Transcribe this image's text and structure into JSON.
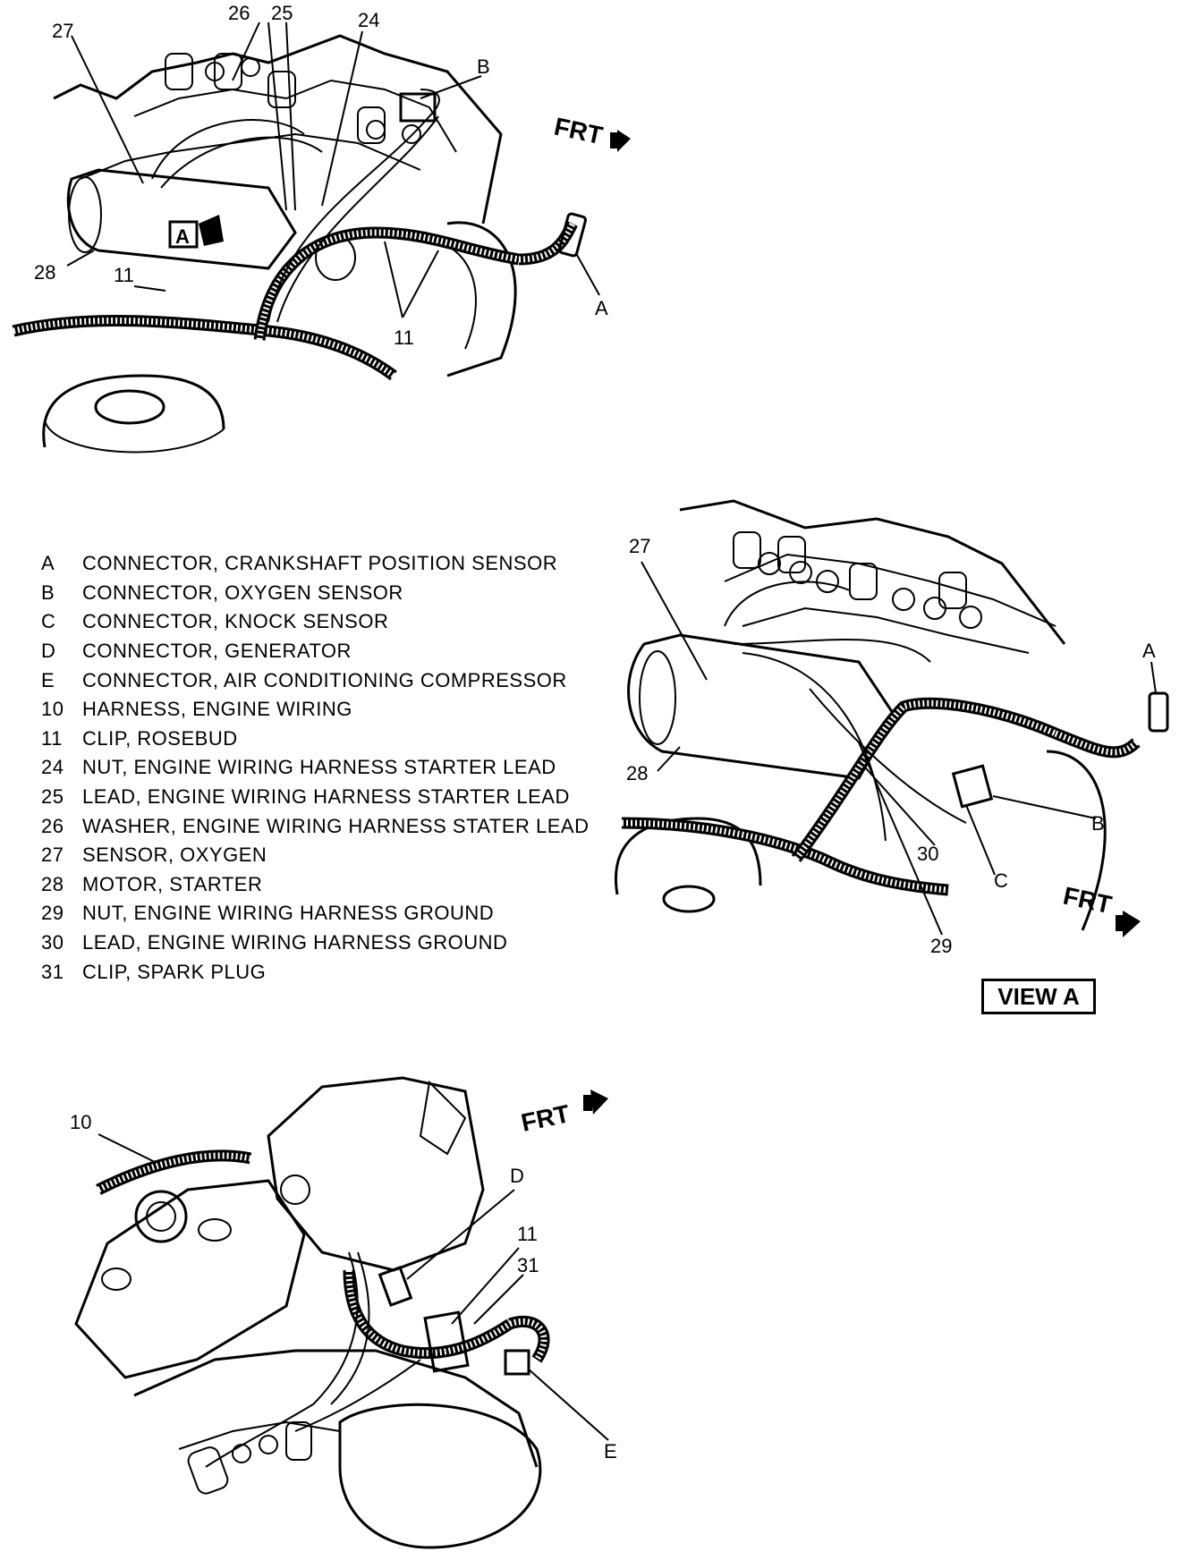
{
  "legend": [
    {
      "key": "A",
      "text": "CONNECTOR, CRANKSHAFT POSITION SENSOR"
    },
    {
      "key": "B",
      "text": "CONNECTOR, OXYGEN SENSOR"
    },
    {
      "key": "C",
      "text": "CONNECTOR, KNOCK SENSOR"
    },
    {
      "key": "D",
      "text": "CONNECTOR, GENERATOR"
    },
    {
      "key": "E",
      "text": "CONNECTOR, AIR CONDITIONING COMPRESSOR"
    },
    {
      "key": "10",
      "text": "HARNESS, ENGINE WIRING"
    },
    {
      "key": "11",
      "text": "CLIP, ROSEBUD"
    },
    {
      "key": "24",
      "text": "NUT, ENGINE WIRING HARNESS STARTER LEAD"
    },
    {
      "key": "25",
      "text": "LEAD, ENGINE WIRING HARNESS STARTER LEAD"
    },
    {
      "key": "26",
      "text": "WASHER, ENGINE WIRING HARNESS STATER LEAD"
    },
    {
      "key": "27",
      "text": "SENSOR, OXYGEN"
    },
    {
      "key": "28",
      "text": "MOTOR, STARTER"
    },
    {
      "key": "29",
      "text": "NUT, ENGINE WIRING HARNESS GROUND"
    },
    {
      "key": "30",
      "text": "LEAD, ENGINE WIRING HARNESS GROUND"
    },
    {
      "key": "31",
      "text": "CLIP, SPARK PLUG"
    }
  ],
  "view_a_label": "VIEW A",
  "frt": "FRT",
  "callouts": {
    "top": {
      "c27": "27",
      "c26": "26",
      "c25": "25",
      "c24": "24",
      "cB": "B",
      "cA": "A",
      "c28": "28",
      "c11a": "11",
      "c11b": "11",
      "cViewA": "A"
    },
    "view": {
      "c27": "27",
      "cA": "A",
      "c28": "28",
      "cB": "B",
      "c30": "30",
      "cC": "C",
      "c29": "29"
    },
    "bottom": {
      "c10": "10",
      "cD": "D",
      "c11": "11",
      "c31": "31",
      "cE": "E"
    }
  }
}
